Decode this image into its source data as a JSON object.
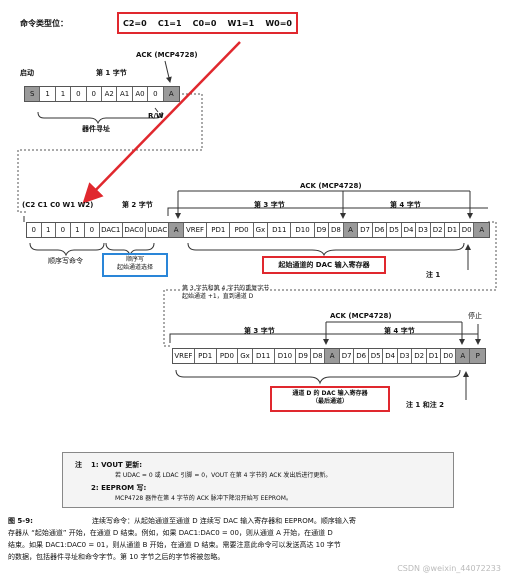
{
  "header": {
    "label": "命令类型位：",
    "bits": "C2=0    C1=1    C0=0    W1=1    W0=0"
  },
  "frame1": {
    "ack_label": "ACK (MCP4728)",
    "start_label": "启动",
    "byte_label": "第 1 字节",
    "cells": [
      "S",
      "1",
      "1",
      "0",
      "0",
      "A2",
      "A1",
      "A0",
      "0",
      "A"
    ],
    "rw_label": "R/W",
    "addr_label": "器件寻址"
  },
  "frame2": {
    "cmd_bits_label": "(C2 C1 C0 W1 W2)",
    "byte2_label": "第 2 字节",
    "byte3_label": "第 3 字节",
    "byte4_label": "第 4 字节",
    "ack_label": "ACK (MCP4728)",
    "cells": [
      "0",
      "1",
      "0",
      "1",
      "0",
      "DAC1",
      "DAC0",
      "UDAC",
      "A",
      "VREF",
      "PD1",
      "PD0",
      "Gx",
      "D11",
      "D10",
      "D9",
      "D8",
      "A",
      "D7",
      "D6",
      "D5",
      "D4",
      "D3",
      "D2",
      "D1",
      "D0",
      "A"
    ],
    "seq_cmd_label": "顺序写命令",
    "seq_sel_label": "顺序写\n起始通道选择",
    "start_reg_label": "起始通道的 DAC 输入寄存器",
    "note1_label": "注 1",
    "repeat_label": "第 3 字节和第 4 字节的重复字节\n起始通道 +1，直到通道 D"
  },
  "frame3": {
    "ack_label": "ACK (MCP4728)",
    "stop_label": "停止",
    "byte3_label": "第 3 字节",
    "byte4_label": "第 4 字节",
    "cells": [
      "VREF",
      "PD1",
      "PD0",
      "Gx",
      "D11",
      "D10",
      "D9",
      "D8",
      "A",
      "D7",
      "D6",
      "D5",
      "D4",
      "D3",
      "D2",
      "D1",
      "D0",
      "A",
      "P"
    ],
    "reg_label": "通道 D 的 DAC 输入寄存器\n（最后通道）",
    "note12_label": "注 1 和注 2"
  },
  "notes": {
    "title": "注",
    "n1_head": "1:   VOUT 更新:",
    "n1_body": "若 UDAC = 0 或 LDAC 引脚 = 0，VOUT 在第 4 字节的 ACK 发出后进行更新。",
    "n2_head": "2:   EEPROM 写:",
    "n2_body": "MCP4728 器件在第 4 字节的 ACK 脉冲下降沿开始写 EEPROM。"
  },
  "caption": {
    "fig": "图 5-9:",
    "line1": "连续写命令：从起始通道至通道 D 连续写 DAC 输入寄存器和 EEPROM。顺序输入寄",
    "line2": "存器从 “起始通道” 开始，在通道 D 结束。例如，如果 DAC1:DAC0 = 00，则从通道 A 开始，在通道 D",
    "line3": "结束。如果 DAC1:DAC0 = 01，则从通道 B 开始，在通道 D 结束。需要注意此命令可以发送高达 10 字节",
    "line4": "的数据，包括器件寻址和命令字节。第 10 字节之后的字节将被忽略。"
  },
  "watermark": "CSDN @weixin_44072233",
  "colors": {
    "accent_red": "#e0282e",
    "accent_blue": "#2a86d8",
    "gray_cell": "#9a9a9a"
  }
}
